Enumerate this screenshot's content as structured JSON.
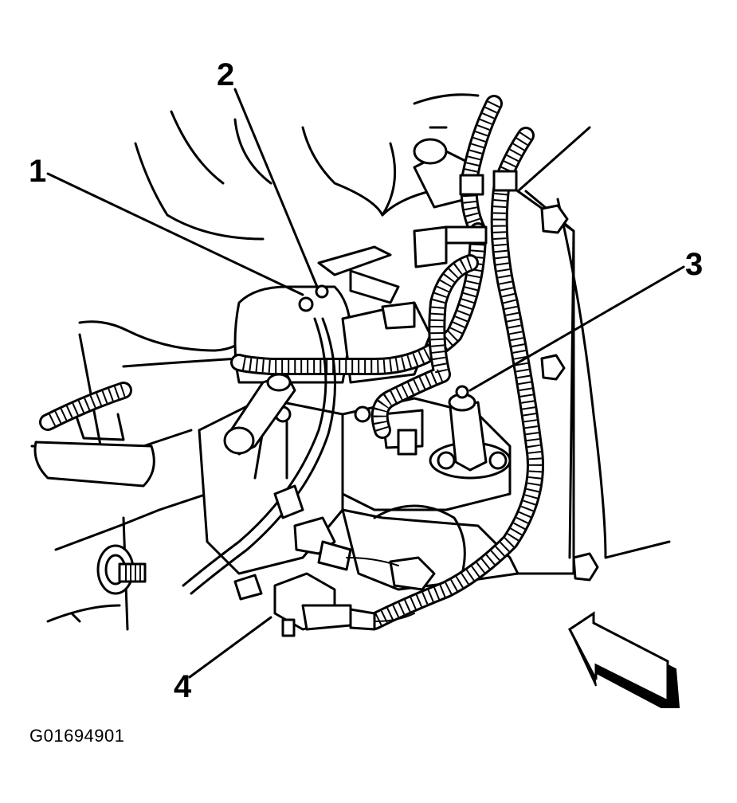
{
  "callouts": [
    {
      "number": "1"
    },
    {
      "number": "2"
    },
    {
      "number": "3"
    },
    {
      "number": "4"
    }
  ],
  "figure_id": "G01694901"
}
